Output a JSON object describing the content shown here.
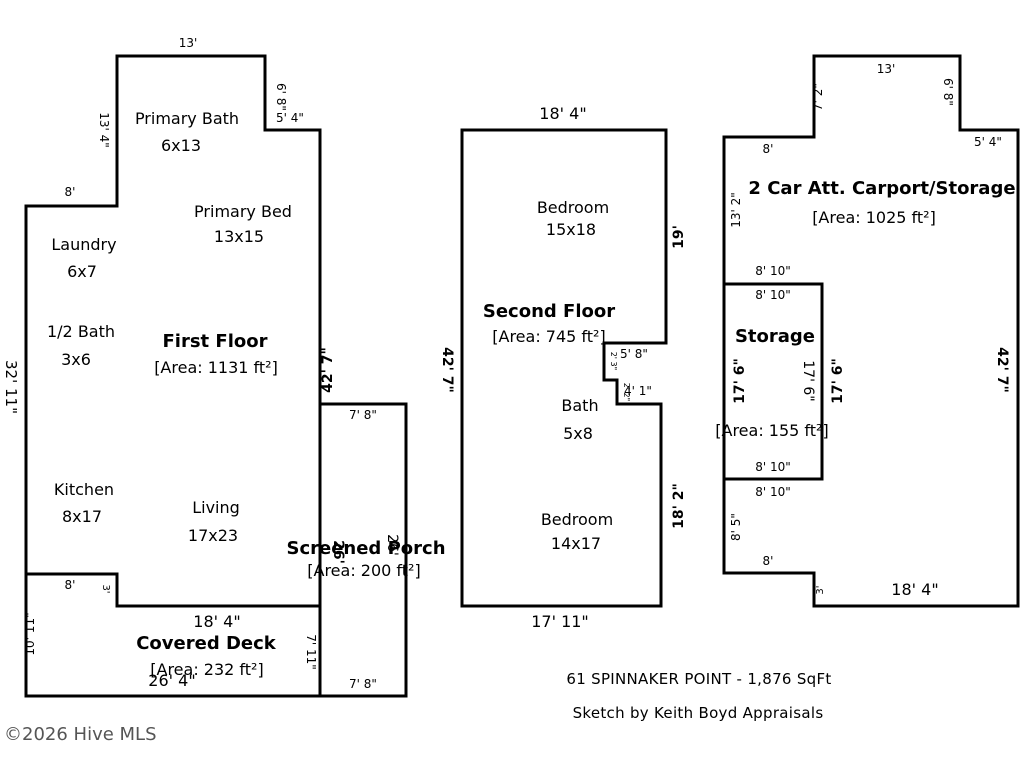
{
  "first_floor": {
    "title": "First Floor",
    "area": "[Area: 1131 ft²]",
    "rooms": [
      {
        "name": "Primary Bath",
        "size": "6x13"
      },
      {
        "name": "Primary Bed",
        "size": "13x15"
      },
      {
        "name": "Laundry",
        "size": "6x7"
      },
      {
        "name": "1/2 Bath",
        "size": "3x6"
      },
      {
        "name": "Kitchen",
        "size": "8x17"
      },
      {
        "name": "Living",
        "size": "17x23"
      }
    ],
    "dims": {
      "top": "13'",
      "right_notch_v": "6' 8\"",
      "right_notch_h": "5' 4\"",
      "left_upper": "13' 4\"",
      "step": "8'",
      "left": "32' 11\"",
      "right": "42' 7\""
    }
  },
  "screened_porch": {
    "title": "Screened Porch",
    "area": "[Area: 200 ft²]",
    "dims": {
      "top": "7' 8\"",
      "left": "26'",
      "right": "26'",
      "bottom": "7' 8\""
    }
  },
  "covered_deck": {
    "title": "Covered Deck",
    "area": "[Area: 232 ft²]",
    "dims": {
      "top_left": "8'",
      "notch": "3'",
      "top": "18' 4\"",
      "left": "10' 11\"",
      "right": "7' 11\"",
      "bottom": "26' 4\""
    }
  },
  "second_floor": {
    "title": "Second Floor",
    "area": "[Area: 745 ft²]",
    "rooms": [
      {
        "name": "Bedroom",
        "size": "15x18"
      },
      {
        "name": "Bath",
        "size": "5x8"
      },
      {
        "name": "Bedroom",
        "size": "14x17"
      }
    ],
    "dims": {
      "top": "18' 4\"",
      "right_upper": "19'",
      "notch_h1": "5' 8\"",
      "notch_v1": "2' 3\"",
      "notch_v2": "2' 2\"",
      "notch_h2": "4' 1\"",
      "right_lower": "18' 2\"",
      "left": "42' 7\"",
      "bottom": "17' 11\""
    }
  },
  "carport": {
    "title": "2 Car Att. Carport/Storage",
    "area": "[Area: 1025 ft²]",
    "dims": {
      "top": "13'",
      "top_left_v": "7' 2\"",
      "top_right_v": "6' 8\"",
      "left_step": "8'",
      "right_step": "5' 4\"",
      "left_upper": "13' 2\"",
      "storage_top": "8' 10\"",
      "storage_bottom": "8' 10\"",
      "left_lower": "8' 5\"",
      "bottom_step": "8'",
      "notch": "3'",
      "bottom": "18' 4\"",
      "right": "42' 7\""
    }
  },
  "storage": {
    "title": "Storage",
    "area": "[Area: 155 ft²]",
    "dims": {
      "top": "8' 10\"",
      "bottom": "8' 10\"",
      "left": "17' 6\"",
      "right": "17' 6\""
    }
  },
  "caption": {
    "address": "61 SPINNAKER POINT - 1,876 SqFt",
    "sketch_by": "Sketch by Keith Boyd Appraisals"
  },
  "copyright": "©2026 Hive MLS"
}
